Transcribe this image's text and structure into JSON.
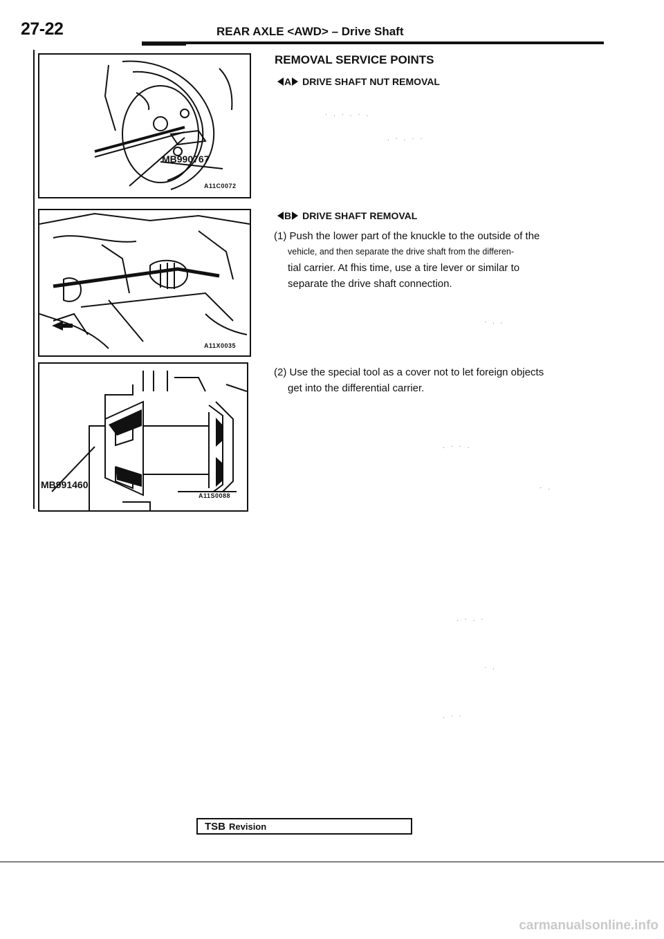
{
  "header": {
    "page_number": "27-22",
    "title": "REAR AXLE <AWD> – Drive Shaft"
  },
  "figures": [
    {
      "tool_label": "MB990767",
      "code": "A11C0072",
      "icon": "hub-nut-wrench-illustration"
    },
    {
      "tool_label": "",
      "code": "A11X0035",
      "icon": "drive-shaft-lever-illustration"
    },
    {
      "tool_label": "MB991460",
      "code": "A11S0088",
      "icon": "differential-cover-illustration"
    }
  ],
  "content": {
    "section_title": "REMOVAL SERVICE POINTS",
    "sub1": {
      "badge": "A",
      "title": "DRIVE SHAFT NUT REMOVAL"
    },
    "sub2": {
      "badge": "B",
      "title": "DRIVE SHAFT REMOVAL"
    },
    "step1": {
      "line1": "(1) Push the lower part of the knuckle to the outside of the",
      "line2": "vehicle, and then separate the drive shaft from the differen-",
      "line3": "tial carrier. At fhis time, use a tire lever or similar to",
      "line4": "separate the drive shaft connection."
    },
    "step2": {
      "line1": "(2) Use the special tool as a cover not to let foreign objects",
      "line2": "get into the differential carrier."
    }
  },
  "footer": {
    "tsb": "TSB",
    "revision": "Revision",
    "watermark": "carmanualsonline.info"
  }
}
